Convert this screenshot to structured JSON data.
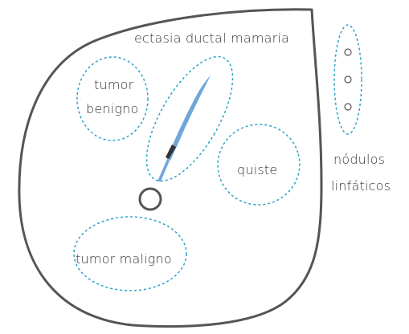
{
  "labels": {
    "ectasia": "ectasia ductal mamaria",
    "tumor_benigno_line1": "tumor",
    "tumor_benigno_line2": "benigno",
    "quiste": "quiste",
    "nodulos_line1": "nódulos",
    "nodulos_line2": "linfáticos",
    "tumor_maligno": "tumor maligno"
  },
  "colors": {
    "outline": "#555555",
    "dashed": "#29a3c9",
    "duct_fill": "#6fa6d9",
    "duct_dark": "#333333",
    "text": "#333333"
  },
  "icons": {
    "nipple": "circle-ring",
    "lymph_nodes": "small-circles"
  }
}
